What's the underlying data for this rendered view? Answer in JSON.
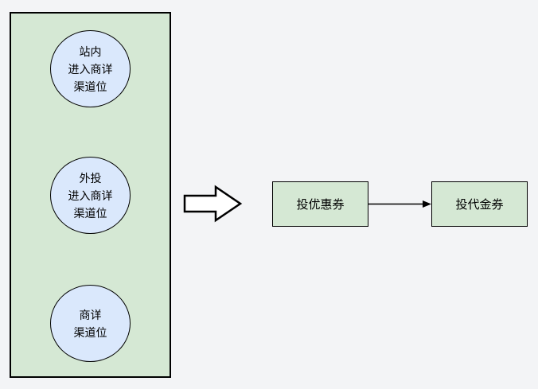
{
  "colors": {
    "canvas_bg": "#f3f4f6",
    "group_fill": "#d5e8d4",
    "circle_fill": "#dae8fc",
    "box_fill": "#d5e8d4",
    "stroke": "#000000",
    "big_arrow_fill": "#ffffff",
    "text": "#000000"
  },
  "group": {
    "nodes": [
      {
        "label": "站内\n进入商详\n渠道位"
      },
      {
        "label": "外投\n进入商详\n渠道位"
      },
      {
        "label": "商详\n渠道位"
      }
    ]
  },
  "flow": {
    "big_arrow_icon": "block-arrow-right",
    "steps": [
      {
        "label": "投优惠券"
      },
      {
        "label": "投代金券"
      }
    ],
    "connector_icon": "arrow-right"
  }
}
